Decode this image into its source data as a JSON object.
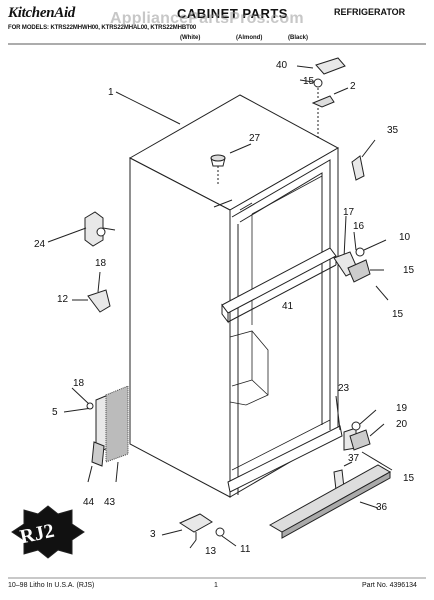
{
  "header": {
    "brand": "KitchenAid",
    "title": "CABINET PARTS",
    "product": "REFRIGERATOR",
    "models": "FOR MODELS: KTRS22MHWH00, KTRS22MHAL00, KTRS22MHBT00",
    "colors": [
      "(White)",
      "(Almond)",
      "(Black)"
    ]
  },
  "watermark": "AppliancePartsPros.com",
  "callouts": [
    "1",
    "2",
    "3",
    "5",
    "10",
    "11",
    "12",
    "13",
    "15",
    "15",
    "15",
    "15",
    "16",
    "17",
    "18",
    "18",
    "19",
    "20",
    "23",
    "24",
    "27",
    "35",
    "36",
    "37",
    "40",
    "41",
    "43",
    "44"
  ],
  "logo": "RJ2",
  "footer": {
    "left": "10–98 Litho In U.S.A. (RJS)",
    "page": "1",
    "part_no": "Part No. 4396134"
  }
}
